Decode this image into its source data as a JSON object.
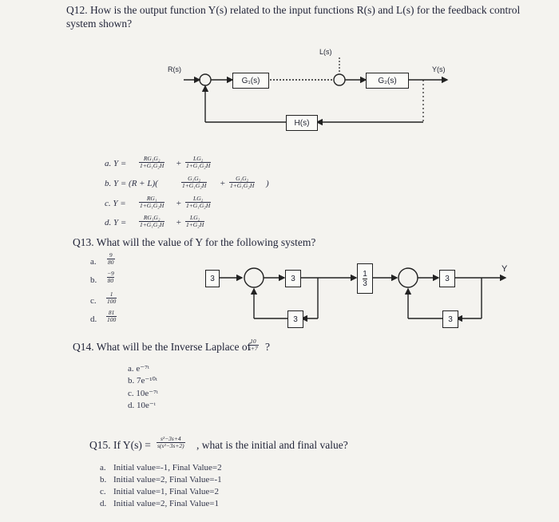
{
  "q12": {
    "text_line1": "Q12. How is the output function Y(s) related to the input functions R(s) and L(s) for the feedback control",
    "text_line2": "system shown?",
    "labels": {
      "r": "R(s)",
      "l": "L(s)",
      "y": "Y(s)",
      "g1": "G₁(s)",
      "g2": "G₂(s)",
      "h": "H(s)"
    },
    "options": {
      "a_prefix": "a.  Y =",
      "a_t1_num": "RG₁G₂",
      "a_t1_den": "1+G₁G₂H",
      "a_t2_num": "LG₂",
      "a_t2_den": "1+G₁G₂H",
      "b_prefix": "b.  Y = (R + L)(",
      "b_t1_num": "G₁G₂",
      "b_t1_den": "1+G₁G₂H",
      "b_t2_num": "G₁G₂",
      "b_t2_den": "1+G₁G₂H",
      "c_prefix": "c.  Y =",
      "c_t1_num": "RG₁",
      "c_t1_den": "1+G₁G₂H",
      "c_t2_num": "LG₂",
      "c_t2_den": "1+G₁G₂H",
      "d_prefix": "d.  Y =",
      "d_t1_num": "RG₁G₂",
      "d_t1_den": "1+G₁G₂H",
      "d_t2_num": "LG₂",
      "d_t2_den": "1+G₂H"
    }
  },
  "q13": {
    "text": "Q13. What will the value of Y for the following system?",
    "options": [
      {
        "letter": "a.",
        "num": "9",
        "den": "80"
      },
      {
        "letter": "b.",
        "num": "−9",
        "den": "80"
      },
      {
        "letter": "c.",
        "num": "1",
        "den": "100"
      },
      {
        "letter": "d.",
        "num": "81",
        "den": "100"
      }
    ],
    "blocks": {
      "in": "3",
      "fwd1": "3",
      "fb1": "3",
      "mid_num": "1",
      "mid_den": "3",
      "fwd2": "3",
      "fb2": "3"
    },
    "output_label": "Y"
  },
  "q14": {
    "text": "Q14. What will be the Inverse Laplace of",
    "frac_num": "10",
    "frac_den": "s+7",
    "qmark": "?",
    "options": [
      "a.  e⁻⁷ᵗ",
      "b.  7e⁻¹⁰ᵗ",
      "c.  10e⁻⁷ᵗ",
      "d.  10e⁻ᵗ"
    ]
  },
  "q15": {
    "prefix": "Q15. If Y(s) =",
    "frac_num": "s²−3s+4",
    "frac_den": "s(s²−3s+2)",
    "suffix": ", what is the initial and final value?",
    "options": [
      {
        "letter": "a.",
        "text": "Initial value=-1, Final Value=2"
      },
      {
        "letter": "b.",
        "text": "Initial value=2, Final Value=-1"
      },
      {
        "letter": "c.",
        "text": "Initial value=1, Final Value=2"
      },
      {
        "letter": "d.",
        "text": "Initial value=2, Final Value=1"
      }
    ]
  }
}
